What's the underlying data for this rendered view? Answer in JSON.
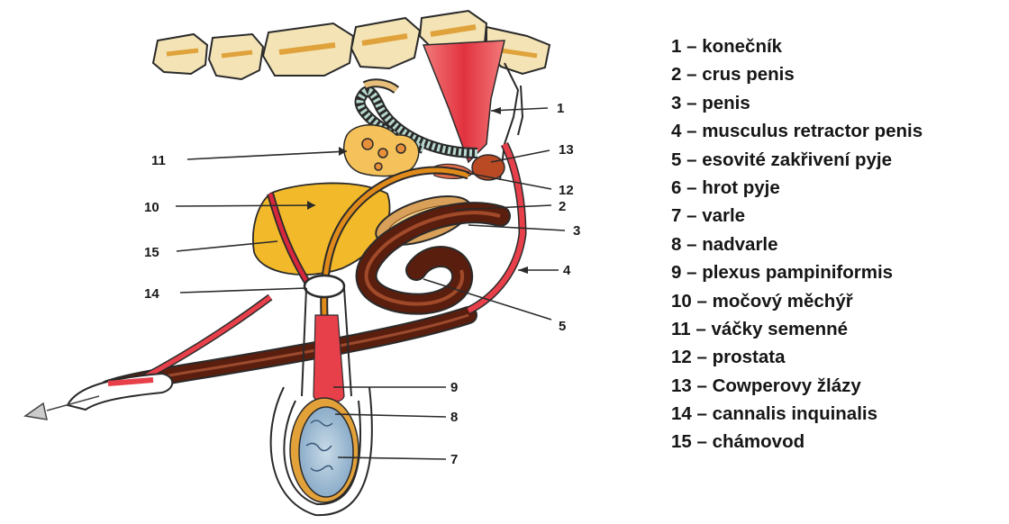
{
  "legend": [
    {
      "number": "1",
      "text": "1 – konečník"
    },
    {
      "number": "2",
      "text": "2 – crus penis"
    },
    {
      "number": "3",
      "text": "3 – penis"
    },
    {
      "number": "4",
      "text": "4 – musculus retractor penis"
    },
    {
      "number": "5",
      "text": "5 – esovité zakřivení pyje"
    },
    {
      "number": "6",
      "text": "6 – hrot pyje"
    },
    {
      "number": "7",
      "text": "7 – varle"
    },
    {
      "number": "8",
      "text": "8 – nadvarle"
    },
    {
      "number": "9",
      "text": "9 – plexus pampiniformis"
    },
    {
      "number": "10",
      "text": "10 – močový měchýř"
    },
    {
      "number": "11",
      "text": "11 – váčky semenné"
    },
    {
      "number": "12",
      "text": "12 – prostata"
    },
    {
      "number": "13",
      "text": "13 – Cowperovy žlázy"
    },
    {
      "number": "14",
      "text": "14 – cannalis inquinalis"
    },
    {
      "number": "15",
      "text": "15 – chámovod"
    }
  ],
  "diagram_labels": {
    "l1": "1",
    "l2": "2",
    "l3": "3",
    "l4": "4",
    "l5": "5",
    "l7": "7",
    "l8": "8",
    "l9": "9",
    "l10": "10",
    "l11": "11",
    "l12": "12",
    "l13": "13",
    "l14": "14",
    "l15": "15"
  },
  "colors": {
    "bone": "#f3e3b5",
    "bone_shadow": "#e0a23a",
    "rectum": "#e8404a",
    "muscle_red": "#d7263d",
    "penis_dark": "#5a1e0e",
    "bladder": "#f2b92a",
    "vas_deferens": "#e08a1a",
    "seminal_vesicle": "#f4c15a",
    "testis_blue": "#8fb3d0",
    "epididymis": "#e3a13a",
    "outline": "#2a2a2a"
  },
  "icons": {
    "tip_marker": "triangle-pointer-icon"
  }
}
